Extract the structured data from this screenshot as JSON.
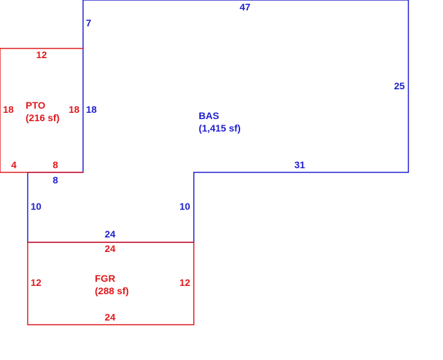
{
  "colors": {
    "blue": "#1f1fd0",
    "red": "#e0181c"
  },
  "bas": {
    "name": "BAS",
    "area": "(1,415 sf)",
    "dims": {
      "top": "47",
      "right": "25",
      "bottom_right": "31",
      "step_right": "10",
      "bottom": "24",
      "left_lower": "10",
      "notch_bottom": "8",
      "notch_side": "18",
      "top_left": "7"
    }
  },
  "pto": {
    "name": "PTO",
    "area": "(216 sf)",
    "dims": {
      "top": "12",
      "left": "18",
      "right": "18",
      "bottom_left": "4",
      "bottom_right": "8"
    }
  },
  "fgr": {
    "name": "FGR",
    "area": "(288 sf)",
    "dims": {
      "top": "24",
      "left": "12",
      "right": "12",
      "bottom": "24"
    }
  }
}
